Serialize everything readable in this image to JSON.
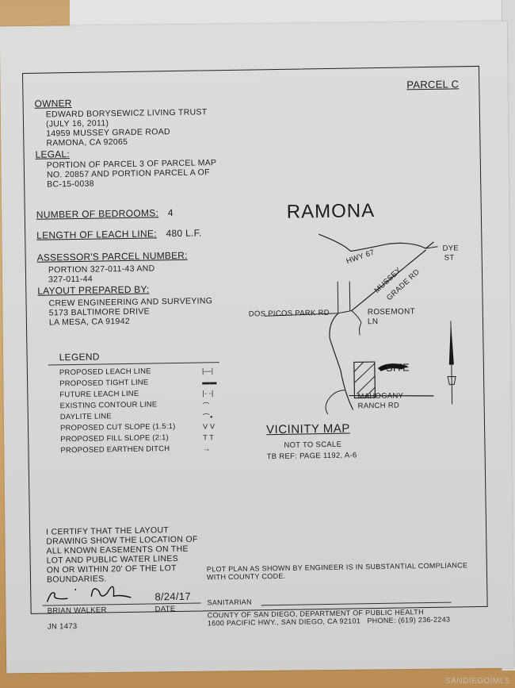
{
  "document": {
    "parcel_label": "PARCEL C",
    "owner": {
      "heading": "OWNER",
      "lines": [
        "EDWARD BORYSEWICZ LIVING TRUST",
        "(JULY 16, 2011)",
        "14959 MUSSEY GRADE ROAD",
        "RAMONA, CA 92065"
      ]
    },
    "legal": {
      "heading": "LEGAL:",
      "lines": [
        "PORTION OF PARCEL 3 OF PARCEL MAP",
        "NO. 20857 AND PORTION PARCEL A OF",
        "BC-15-0038"
      ]
    },
    "bedrooms": {
      "label": "NUMBER OF BEDROOMS:",
      "value": "4"
    },
    "leach_line": {
      "label": "LENGTH OF LEACH LINE:",
      "value": "480 L.F."
    },
    "apn": {
      "heading": "ASSESSOR'S PARCEL NUMBER:",
      "lines": [
        "PORTION 327-011-43 AND",
        "327-011-44"
      ]
    },
    "prepared_by": {
      "heading": "LAYOUT PREPARED BY:",
      "lines": [
        "CREW ENGINEERING AND SURVEYING",
        "5173 BALTIMORE DRIVE",
        "LA MESA, CA 91942"
      ]
    },
    "legend": {
      "heading": "LEGEND",
      "items": [
        {
          "label": "PROPOSED LEACH LINE",
          "symbol": "|—|"
        },
        {
          "label": "PROPOSED TIGHT LINE",
          "symbol": "▬▬"
        },
        {
          "label": "FUTURE LEACH LINE",
          "symbol": "|- -|"
        },
        {
          "label": "EXISTING CONTOUR LINE",
          "symbol": "⌒"
        },
        {
          "label": "DAYLITE LINE",
          "symbol": "⌒•"
        },
        {
          "label": "PROPOSED CUT SLOPE (1.5:1)",
          "symbol": "V V"
        },
        {
          "label": "PROPOSED FILL SLOPE (2:1)",
          "symbol": "T T"
        },
        {
          "label": "PROPOSED EARTHEN DITCH",
          "symbol": "→"
        }
      ]
    },
    "vicinity_map": {
      "town": "RAMONA",
      "roads": {
        "hwy67": "HWY 67",
        "dye": "DYE",
        "st": "ST",
        "mussey": "MUSSEY",
        "grade_rd": "GRADE RD",
        "dos_picos": "DOS PICOS PARK RD",
        "rosemont": "ROSEMONT",
        "ln": "LN",
        "mahogany": "MAHOGANY",
        "ranch_rd": "RANCH RD"
      },
      "site_label": "SITE",
      "title": "VICINITY MAP",
      "scale_note": "NOT TO SCALE",
      "tb_ref": "TB REF: PAGE 1192, A-6"
    },
    "certification": {
      "lines": [
        "I CERTIFY THAT THE LAYOUT",
        "DRAWING SHOW THE LOCATION OF",
        "ALL KNOWN EASEMENTS ON THE",
        "LOT AND PUBLIC WATER LINES",
        "ON OR WITHIN 20' OF THE LOT",
        "BOUNDARIES."
      ],
      "signer": "BRIAN WALKER",
      "date_value": "8/24/17",
      "date_label": "DATE",
      "job_number": "JN 1473"
    },
    "compliance": {
      "lines": [
        "PLOT PLAN AS SHOWN BY ENGINEER IS IN SUBSTANTIAL COMPLIANCE",
        "WITH COUNTY CODE."
      ],
      "sanitarian_label": "SANITARIAN",
      "county_lines": [
        "COUNTY OF SAN DIEGO, DEPARTMENT OF PUBLIC HEALTH",
        "1600 PACIFIC HWY., SAN DIEGO, CA 92101   PHONE: (619) 236-2243"
      ]
    },
    "watermark": "SANDIEGO|MLS"
  }
}
